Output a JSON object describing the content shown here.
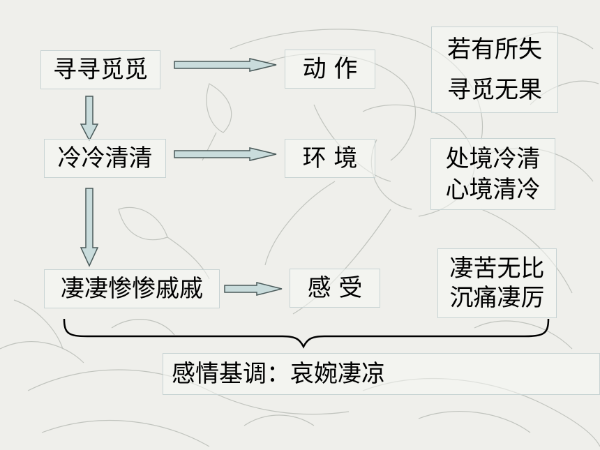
{
  "theme": {
    "arrow_fill": "#c9dcdc",
    "arrow_stroke": "#4a5a5a",
    "sketch": "#b8bcb6"
  },
  "rows": [
    {
      "term": "寻寻觅觅",
      "category": "动 作",
      "meaning": [
        "若有所失",
        "寻觅无果"
      ]
    },
    {
      "term": "冷冷清清",
      "category": "环 境",
      "meaning": [
        "处境冷清",
        "心境清冷"
      ]
    },
    {
      "term": "凄凄惨惨戚戚",
      "category": "感 受",
      "meaning": [
        "凄苦无比",
        "沉痛凄厉"
      ]
    }
  ],
  "summary": "感情基调：哀婉凄凉"
}
